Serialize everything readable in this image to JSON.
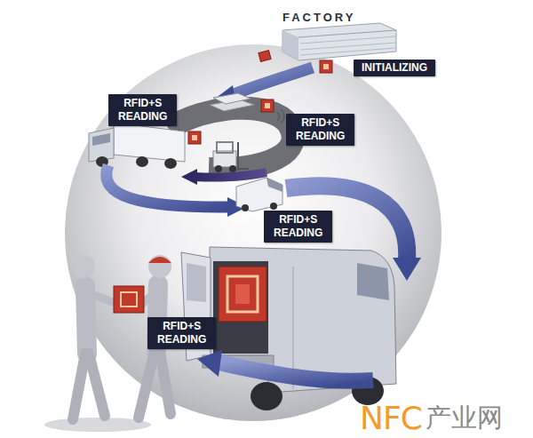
{
  "diagram": {
    "nodes": [
      {
        "text": [
          "INITIALIZING"
        ]
      },
      {
        "text": [
          "RFID+S READING"
        ]
      },
      {
        "text": [
          "RFID+S READING"
        ]
      },
      {
        "text": [
          "RFID+S READING"
        ]
      },
      {
        "text": [
          "RFID+S READING"
        ]
      }
    ],
    "labels": [
      "FACTORY",
      "NFC",
      "产业网"
    ]
  }
}
